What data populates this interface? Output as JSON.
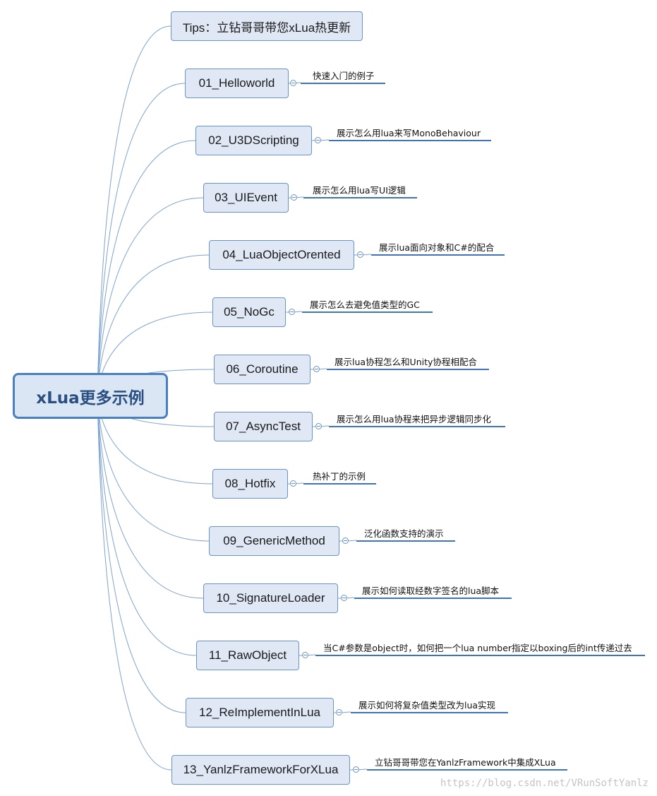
{
  "root": {
    "label": "xLua更多示例"
  },
  "tips": {
    "label": "Tips：立钻哥哥带您xLua热更新"
  },
  "topics": [
    {
      "id": "helloworld",
      "label": "01_Helloworld",
      "note": "快速入门的例子"
    },
    {
      "id": "u3dscripting",
      "label": "02_U3DScripting",
      "note": "展示怎么用lua来写MonoBehaviour"
    },
    {
      "id": "uievent",
      "label": "03_UIEvent",
      "note": "展示怎么用lua写UI逻辑"
    },
    {
      "id": "luaobjectorented",
      "label": "04_LuaObjectOrented",
      "note": "展示lua面向对象和C#的配合"
    },
    {
      "id": "nogc",
      "label": "05_NoGc",
      "note": "展示怎么去避免值类型的GC"
    },
    {
      "id": "coroutine",
      "label": "06_Coroutine",
      "note": "展示lua协程怎么和Unity协程相配合"
    },
    {
      "id": "asynctest",
      "label": "07_AsyncTest",
      "note": "展示怎么用lua协程来把异步逻辑同步化"
    },
    {
      "id": "hotfix",
      "label": "08_Hotfix",
      "note": "热补丁的示例"
    },
    {
      "id": "genericmethod",
      "label": "09_GenericMethod",
      "note": "泛化函数支持的演示"
    },
    {
      "id": "signatureloader",
      "label": "10_SignatureLoader",
      "note": "展示如何读取经数字签名的lua脚本"
    },
    {
      "id": "rawobject",
      "label": "11_RawObject",
      "note": "当C#参数是object时，如何把一个lua number指定以boxing后的int传递过去"
    },
    {
      "id": "reimplementinlua",
      "label": "12_ReImplementInLua",
      "note": "展示如何将复杂值类型改为lua实现"
    },
    {
      "id": "yanlzframework",
      "label": "13_YanlzFrameworkForXLua",
      "note": "立钻哥哥带您在YanlzFramework中集成XLua"
    }
  ],
  "watermark": "https://blog.csdn.net/VRunSoftYanlz",
  "colors": {
    "line": "#7fa3cf",
    "accent": "#4a7fc1",
    "node_fill": "#dfe8f4",
    "underline": "#3f74b8"
  }
}
